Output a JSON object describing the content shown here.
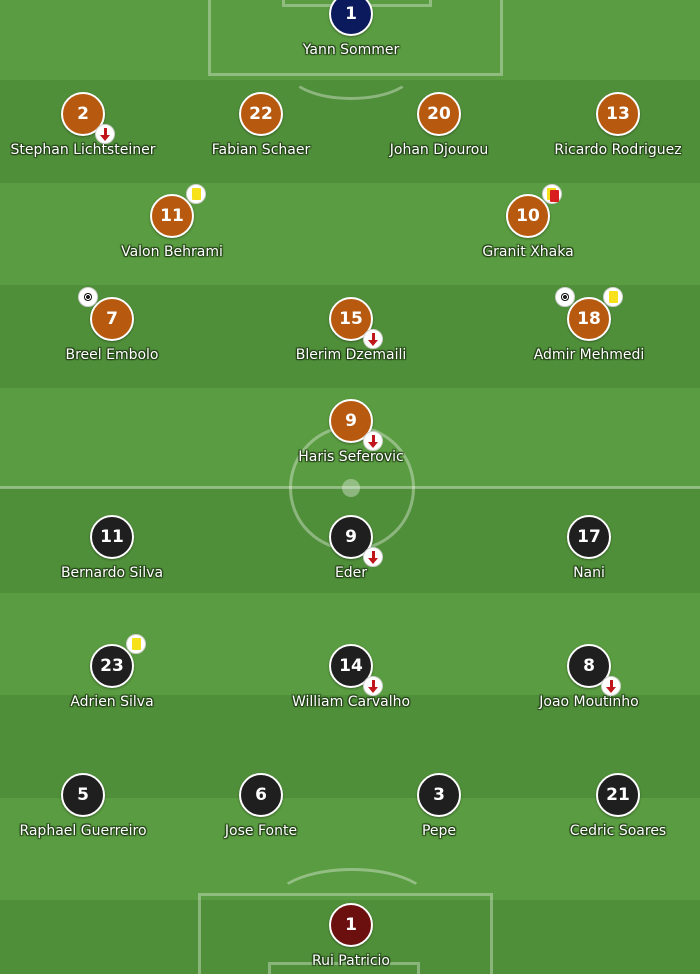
{
  "teams": {
    "switzerland": {
      "goalkeeper": {
        "number": "1",
        "name": "Yann Sommer"
      },
      "defenders": [
        {
          "number": "2",
          "name": "Stephan Lichtsteiner",
          "events": [
            "sub-off"
          ]
        },
        {
          "number": "22",
          "name": "Fabian Schaer",
          "events": []
        },
        {
          "number": "20",
          "name": "Johan Djourou",
          "events": []
        },
        {
          "number": "13",
          "name": "Ricardo Rodriguez",
          "events": []
        }
      ],
      "midfield": [
        {
          "number": "11",
          "name": "Valon Behrami",
          "events": [
            "yellow-card"
          ]
        },
        {
          "number": "10",
          "name": "Granit Xhaka",
          "events": [
            "second-yellow-red-card"
          ]
        }
      ],
      "attacking_midfield": [
        {
          "number": "7",
          "name": "Breel Embolo",
          "events": [
            "goal"
          ]
        },
        {
          "number": "15",
          "name": "Blerim Dzemaili",
          "events": [
            "sub-off"
          ]
        },
        {
          "number": "18",
          "name": "Admir Mehmedi",
          "events": [
            "goal",
            "yellow-card"
          ]
        }
      ],
      "forward": {
        "number": "9",
        "name": "Haris Seferovic",
        "events": [
          "sub-off"
        ]
      }
    },
    "portugal": {
      "forwards": [
        {
          "number": "11",
          "name": "Bernardo Silva",
          "events": []
        },
        {
          "number": "9",
          "name": "Eder",
          "events": [
            "sub-off"
          ]
        },
        {
          "number": "17",
          "name": "Nani",
          "events": []
        }
      ],
      "midfield": [
        {
          "number": "23",
          "name": "Adrien Silva",
          "events": [
            "yellow-card"
          ]
        },
        {
          "number": "14",
          "name": "William Carvalho",
          "events": [
            "sub-off"
          ]
        },
        {
          "number": "8",
          "name": "Joao Moutinho",
          "events": [
            "sub-off"
          ]
        }
      ],
      "defenders": [
        {
          "number": "5",
          "name": "Raphael Guerreiro",
          "events": []
        },
        {
          "number": "6",
          "name": "Jose Fonte",
          "events": []
        },
        {
          "number": "3",
          "name": "Pepe",
          "events": []
        },
        {
          "number": "21",
          "name": "Cedric Soares",
          "events": []
        }
      ],
      "goalkeeper": {
        "number": "1",
        "name": "Rui Patricio"
      }
    }
  },
  "colors": {
    "switzerland_shirt": "#b75a10",
    "switzerland_keeper": "#0a1a5c",
    "portugal_shirt": "#1f1f1f",
    "portugal_keeper": "#6b0f0f",
    "pitch": "#579b3f"
  },
  "icons": {
    "sub-off": "substitution-off-icon",
    "yellow-card": "yellow-card-icon",
    "second-yellow-red-card": "second-yellow-red-card-icon",
    "goal": "goal-ball-icon"
  }
}
